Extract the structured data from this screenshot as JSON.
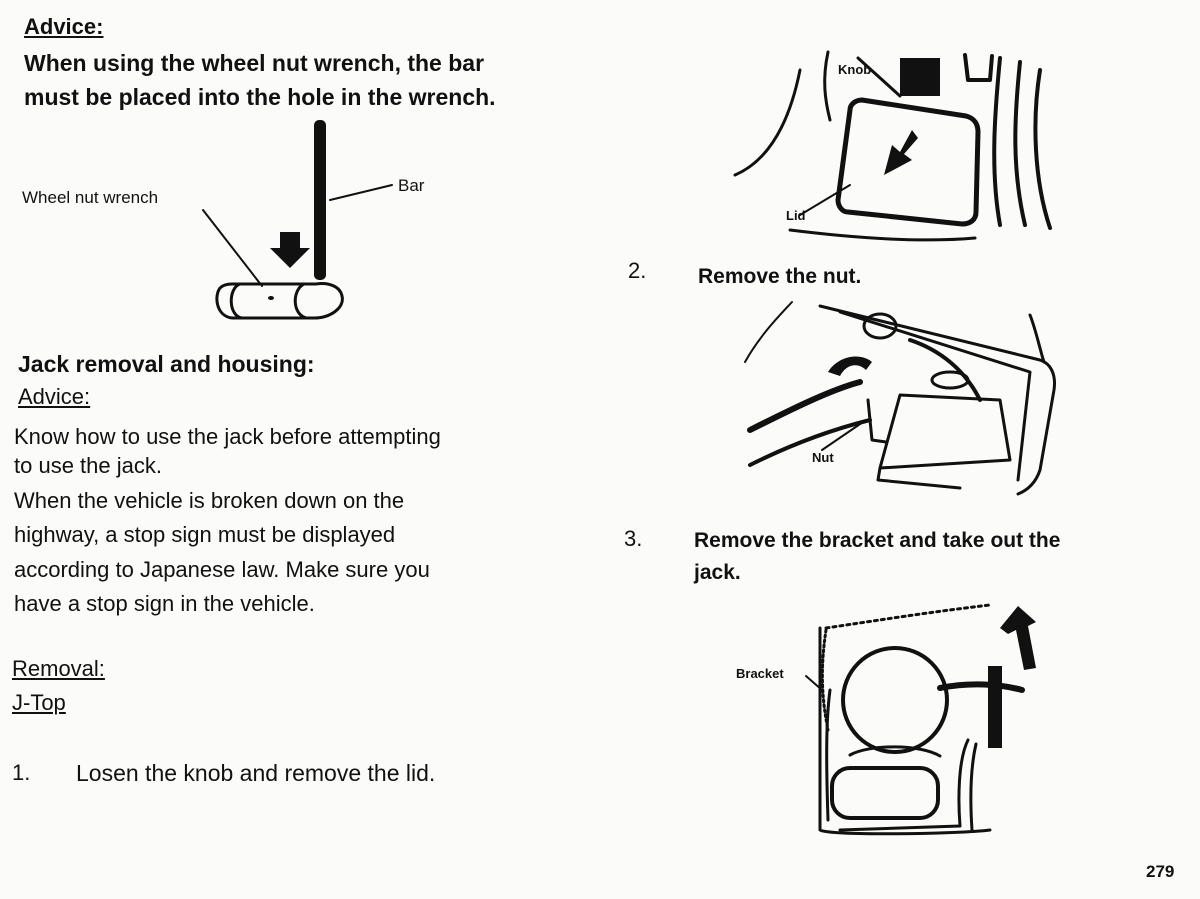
{
  "left": {
    "advice_heading": "Advice:",
    "advice_line1": "When using the wheel nut wrench, the bar",
    "advice_line2": "must be placed into the hole in the wrench.",
    "fig1": {
      "label_wrench": "Wheel nut wrench",
      "label_bar": "Bar"
    },
    "section_heading": "Jack removal and housing:",
    "advice2_heading": "Advice:",
    "para_lines": [
      "Know how to use the jack before attempting",
      "to use the jack.",
      "When the vehicle is broken down on the",
      "highway, a stop sign must be displayed",
      "according to Japanese law.  Make sure you",
      "have a stop sign in the vehicle."
    ],
    "removal_heading": "Removal:",
    "model": "J-Top",
    "step1": {
      "num": "1.",
      "text": "Losen the knob and remove the lid."
    }
  },
  "right": {
    "fig2": {
      "label_knob": "Knob",
      "label_lid": "Lid"
    },
    "step2": {
      "num": "2.",
      "text": "Remove the nut."
    },
    "fig3": {
      "label_nut": "Nut"
    },
    "step3": {
      "num": "3.",
      "line1": "Remove the bracket and take out the",
      "line2": "jack."
    },
    "fig4": {
      "label_bracket": "Bracket"
    }
  },
  "page_number": "279"
}
